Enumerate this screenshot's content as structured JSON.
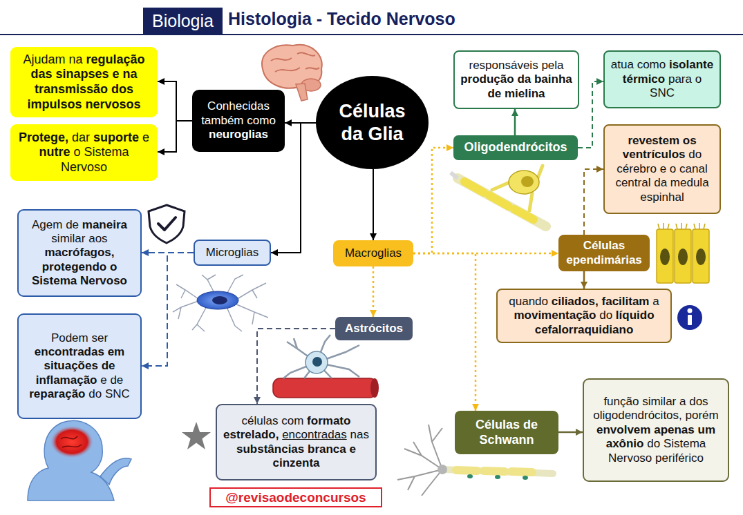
{
  "diagram": {
    "title": "Histologia - Tecido Nervoso",
    "nodes": [
      {
        "text": [
          "Biologia"
        ]
      },
      {
        "text": [
          "Ajudam na regulação das sinapses e na transmissão dos impulsos nervosos"
        ]
      },
      {
        "text": [
          "Conhecidas também como neuroglias"
        ]
      },
      {
        "text": [
          "Células da Glia"
        ]
      },
      {
        "text": [
          "responsáveis pela produção da bainha de mielina"
        ]
      },
      {
        "text": [
          "atua como isolante térmico para o SNC"
        ]
      },
      {
        "text": [
          "Protege, dar suporte e nutre o Sistema Nervoso"
        ]
      },
      {
        "text": [
          "Oligodendrócitos"
        ]
      },
      {
        "text": [
          "revestem os ventrículos do cérebro e o canal central da medula espinhal"
        ]
      },
      {
        "text": [
          "Agem de maneira similar aos macrófagos, protegendo o Sistema Nervoso"
        ]
      },
      {
        "text": [
          "Microglias"
        ]
      },
      {
        "text": [
          "Macroglias"
        ]
      },
      {
        "text": [
          "Células ependimárias"
        ]
      },
      {
        "text": [
          "quando ciliados, facilitam a movimentação do líquido cefalorraquidiano"
        ]
      },
      {
        "text": [
          "Astrócitos"
        ]
      },
      {
        "text": [
          "Podem ser encontradas em situações de inflamação e de reparação do SNC"
        ]
      },
      {
        "text": [
          "células com formato estrelado, encontradas nas substâncias branca e cinzenta"
        ]
      },
      {
        "text": [
          "Células de Schwann"
        ]
      },
      {
        "text": [
          "função similar a dos oligodendrócitos, porém envolvem apenas um axônio do Sistema Nervoso periférico"
        ]
      }
    ],
    "edges": [
      {
        "from": 3,
        "to": 2,
        "arrow": "to"
      },
      {
        "from": 2,
        "to": 1,
        "arrow": "to"
      },
      {
        "from": 2,
        "to": 6,
        "arrow": "to"
      },
      {
        "from": 3,
        "to": 10,
        "arrow": "to"
      },
      {
        "from": 3,
        "to": 11,
        "arrow": "to"
      },
      {
        "from": 10,
        "to": 9,
        "arrow": "to"
      },
      {
        "from": 10,
        "to": 15,
        "arrow": "to"
      },
      {
        "from": 11,
        "to": 7,
        "arrow": "to"
      },
      {
        "from": 11,
        "to": 12,
        "arrow": "to"
      },
      {
        "from": 11,
        "to": 14,
        "arrow": "to"
      },
      {
        "from": 11,
        "to": 17,
        "arrow": "to"
      },
      {
        "from": 7,
        "to": 4,
        "arrow": "to"
      },
      {
        "from": 7,
        "to": 5,
        "arrow": "to"
      },
      {
        "from": 12,
        "to": 8,
        "arrow": "to"
      },
      {
        "from": 12,
        "to": 13,
        "arrow": "to"
      },
      {
        "from": 14,
        "to": 16,
        "arrow": "to"
      },
      {
        "from": 17,
        "to": 18,
        "arrow": "to"
      }
    ],
    "labels": [
      "@revisaodeconcursos"
    ]
  }
}
